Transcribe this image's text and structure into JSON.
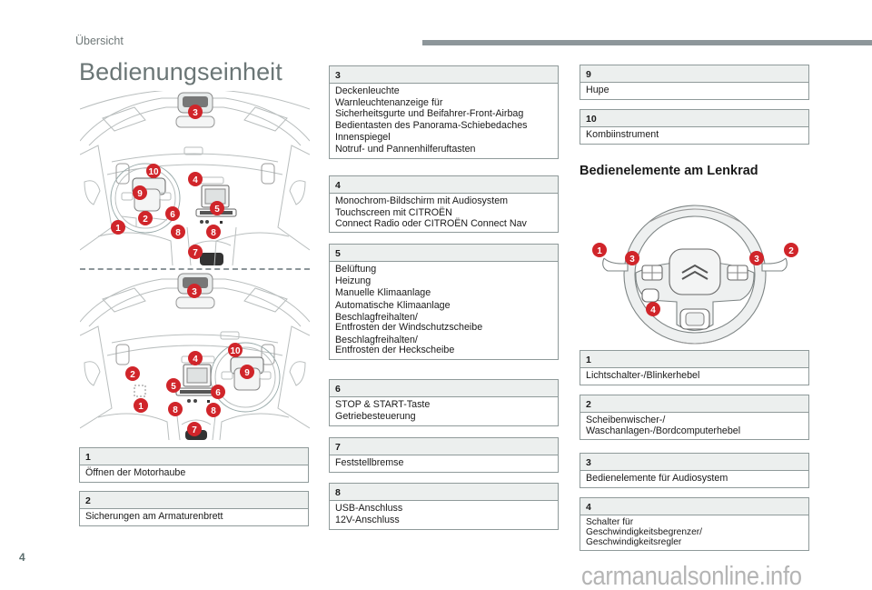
{
  "header": {
    "section_label": "Übersicht",
    "page_title": "Bedienungseinheit"
  },
  "left_boxes": [
    {
      "number": "1",
      "lines": [
        "Öffnen der Motorhaube"
      ]
    },
    {
      "number": "2",
      "lines": [
        "Sicherungen am Armaturenbrett"
      ]
    }
  ],
  "middle_boxes": [
    {
      "number": "3",
      "lines": [
        "Deckenleuchte",
        "Warnleuchtenanzeige für",
        "Sicherheitsgurte und Beifahrer-Front-Airbag",
        "Bedientasten des Panorama-Schiebedaches",
        "Innenspiegel",
        "Notruf- und Pannenhilferuftasten"
      ]
    },
    {
      "number": "4",
      "lines": [
        "Monochrom-Bildschirm mit Audiosystem",
        "Touchscreen mit CITROËN",
        "Connect Radio oder CITROËN Connect Nav"
      ]
    },
    {
      "number": "5",
      "lines": [
        "Belüftung",
        "Heizung",
        "Manuelle Klimaanlage",
        "Automatische Klimaanlage",
        "Beschlagfreihalten/",
        "Entfrosten der Windschutzscheibe",
        "Beschlagfreihalten/",
        "Entfrosten der Heckscheibe"
      ]
    },
    {
      "number": "6",
      "lines": [
        "STOP & START-Taste",
        "Getriebesteuerung"
      ]
    },
    {
      "number": "7",
      "lines": [
        "Feststellbremse"
      ]
    },
    {
      "number": "8",
      "lines": [
        "USB-Anschluss",
        "12V-Anschluss"
      ]
    }
  ],
  "right_boxes_top": [
    {
      "number": "9",
      "lines": [
        "Hupe"
      ]
    },
    {
      "number": "10",
      "lines": [
        "Kombiinstrument"
      ]
    }
  ],
  "steering": {
    "heading": "Bedienelemente am Lenkrad",
    "boxes": [
      {
        "number": "1",
        "lines": [
          "Lichtschalter-/Blinkerhebel"
        ]
      },
      {
        "number": "2",
        "lines": [
          "Scheibenwischer-/",
          "Waschanlagen-/Bordcomputerhebel"
        ]
      },
      {
        "number": "3",
        "lines": [
          "Bedienelemente für Audiosystem"
        ]
      },
      {
        "number": "4",
        "lines": [
          "Schalter für",
          "Geschwindigkeitsbegrenzer/",
          "Geschwindigkeitsregler"
        ]
      }
    ],
    "callouts": [
      "1",
      "2",
      "3",
      "3",
      "4"
    ]
  },
  "illustrations": {
    "lhd_callouts": [
      "3",
      "10",
      "4",
      "9",
      "5",
      "6",
      "2",
      "1",
      "8",
      "8",
      "7"
    ],
    "rhd_callouts": [
      "3",
      "10",
      "4",
      "9",
      "2",
      "5",
      "6",
      "1",
      "8",
      "8",
      "7"
    ]
  },
  "footer": {
    "page_number": "4",
    "watermark": "carmanualsonline.info"
  },
  "colors": {
    "callout_red": "#d0252a",
    "header_bar": "#8d969a",
    "box_header_bg": "#ecefee",
    "box_border": "#8f9a9a",
    "title_grey": "#6b7676"
  }
}
